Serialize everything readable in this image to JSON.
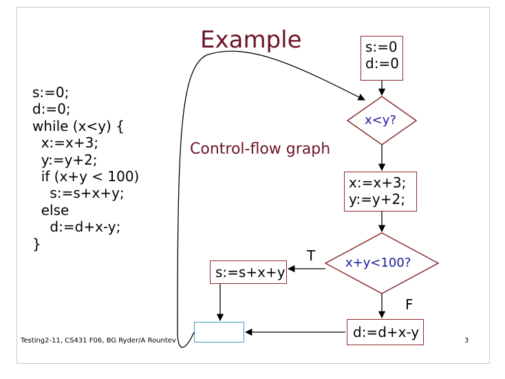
{
  "title": "Example",
  "code_lines": [
    "s:=0;",
    "d:=0;",
    "while (x<y) {",
    "  x:=x+3;",
    "  y:=y+2;",
    "  if (x+y < 100)",
    "    s:=s+x+y;",
    "  else",
    "    d:=d+x-y;",
    "}"
  ],
  "cfg_label": "Control-flow graph",
  "nodes": {
    "init": [
      "s:=0",
      "d:=0"
    ],
    "loop_cond": "x<y?",
    "body": [
      "x:=x+3;",
      "y:=y+2;"
    ],
    "branch_cond": "x+y<100?",
    "then_stmt": "s:=s+x+y",
    "else_stmt": "d:=d+x-y"
  },
  "edge_labels": {
    "true": "T",
    "false": "F"
  },
  "footer": "Testing2-11, CS431 F06, BG Ryder/A Rountev",
  "page_number": "3",
  "colors": {
    "title": "#6b1326",
    "box_border": "#8a2a2a",
    "diamond_border": "#8a2a2a",
    "diamond_text": "#1a1a9a",
    "empty_box_border": "#3a9bb5"
  }
}
